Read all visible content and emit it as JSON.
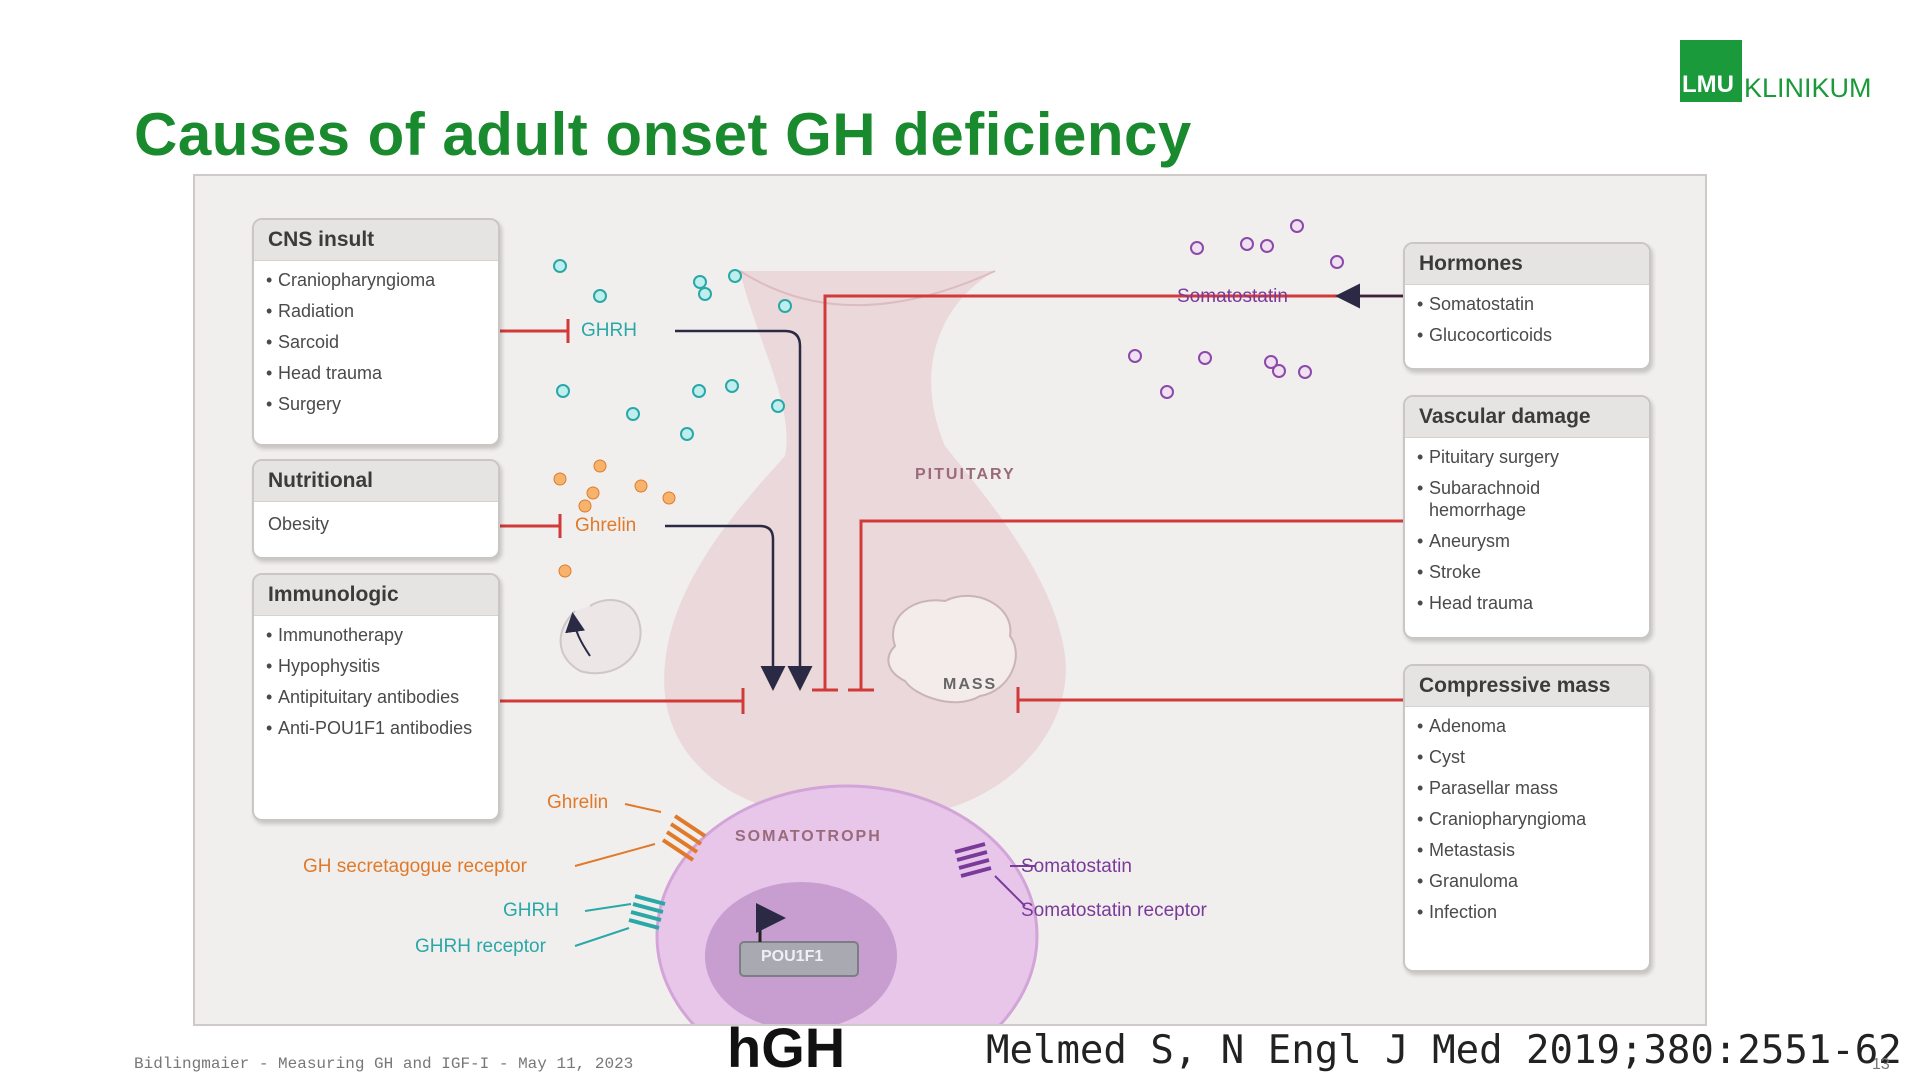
{
  "slide": {
    "title": "Causes of adult onset GH deficiency",
    "logo_text": "KLINIKUM",
    "logo_mark": "LMU",
    "footer_left": "Bidlingmaier - Measuring GH and IGF-I - May 11, 2023",
    "hgh_label": "hGH",
    "citation": "Melmed S, N Engl J Med 2019;380:2551-62",
    "page_number": "13"
  },
  "diagram": {
    "boxes": {
      "cns": {
        "title": "CNS insult",
        "items": [
          "Craniopharyngioma",
          "Radiation",
          "Sarcoid",
          "Head trauma",
          "Surgery"
        ]
      },
      "nutritional": {
        "title": "Nutritional",
        "text": "Obesity"
      },
      "immunologic": {
        "title": "Immunologic",
        "items": [
          "Immunotherapy",
          "Hypophysitis",
          "Antipituitary antibodies",
          "Anti-POU1F1 antibodies"
        ]
      },
      "hormones": {
        "title": "Hormones",
        "items": [
          "Somatostatin",
          "Glucocorticoids"
        ]
      },
      "vascular": {
        "title": "Vascular damage",
        "items": [
          "Pituitary surgery",
          "Subarachnoid hemorrhage",
          "Aneurysm",
          "Stroke",
          "Head trauma"
        ]
      },
      "compressive": {
        "title": "Compressive mass",
        "items": [
          "Adenoma",
          "Cyst",
          "Parasellar mass",
          "Craniopharyngioma",
          "Metastasis",
          "Granuloma",
          "Infection"
        ]
      }
    },
    "labels": {
      "ghrh_top": "GHRH",
      "ghrelin_top": "Ghrelin",
      "somatostatin_top": "Somatostatin",
      "pituitary": "PITUITARY",
      "mass": "MASS",
      "somatotroph": "SOMATOTROPH",
      "ghrelin_bottom": "Ghrelin",
      "gh_secretagogue_receptor": "GH secretagogue receptor",
      "ghrh_bottom": "GHRH",
      "ghrh_receptor": "GHRH receptor",
      "somatostatin_bottom": "Somatostatin",
      "somatostatin_receptor": "Somatostatin receptor",
      "gene": "POU1F1"
    },
    "colors": {
      "inhibition": "#d23a3a",
      "ghrh": "#2aa8a8",
      "ghrelin": "#e07a2a",
      "somatostatin": "#7a3a9a",
      "title_green": "#1a8a2e"
    }
  }
}
